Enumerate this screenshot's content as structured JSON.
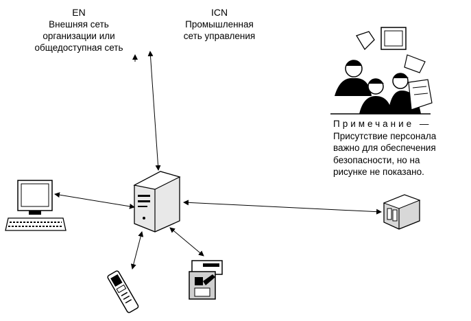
{
  "labels": {
    "en": {
      "abbr": "EN",
      "lines": [
        "Внешняя сеть",
        "организации или",
        "общедоступная сеть"
      ]
    },
    "icn": {
      "abbr": "ICN",
      "lines": [
        "Промышленная",
        "сеть управления"
      ]
    }
  },
  "note": {
    "head": "Примечание —",
    "lines": [
      "Присутствие персонала",
      "важно для обеспечения",
      "безопасности, но на",
      "рисунке не показано."
    ]
  },
  "icons": {
    "server": "server-icon",
    "workstation": "workstation-icon",
    "controller": "controller-icon",
    "handheld": "handheld-device-icon",
    "printer": "printer-icon",
    "personnel": "personnel-icon"
  }
}
